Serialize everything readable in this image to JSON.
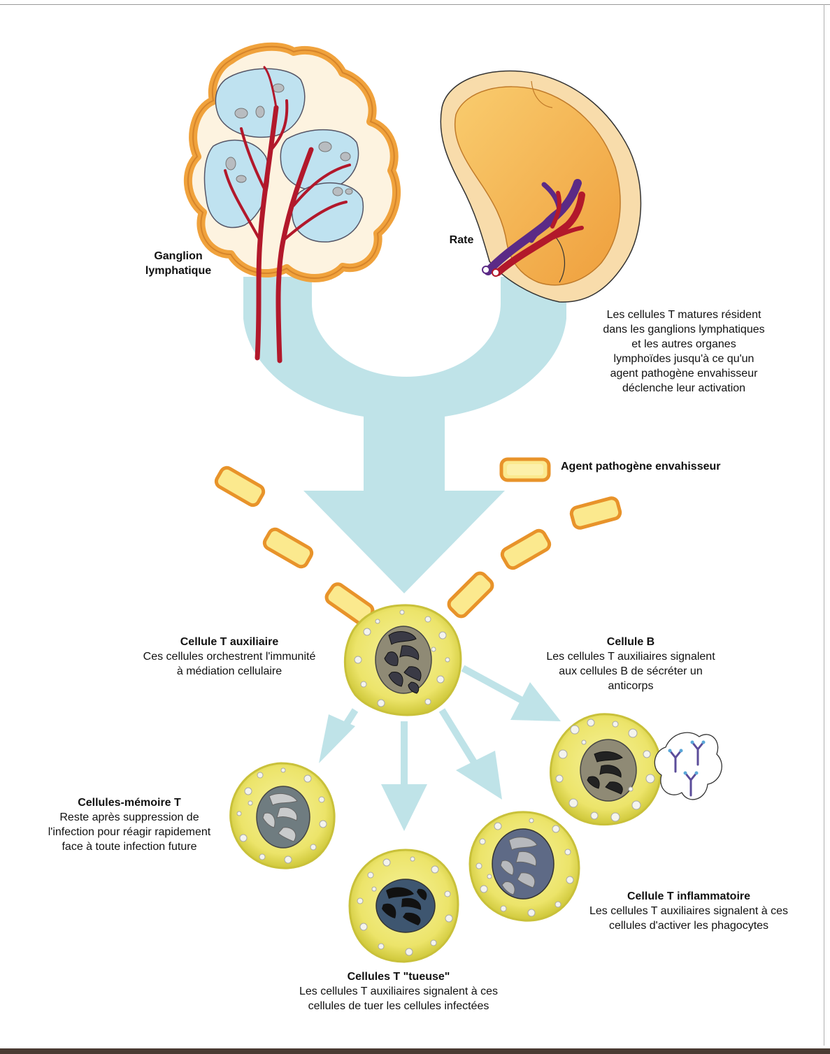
{
  "colors": {
    "flow": "#bfe3e8",
    "cell_fill": "#f3ec7a",
    "cell_rim": "#cfc83a",
    "node_capsule": "#bfe2f0",
    "node_border_orange": "#f0a23c",
    "spleen_outer": "#f7d9a6",
    "spleen_inner": "#f3b652",
    "vessel_red": "#b2182b",
    "vessel_purple": "#5b2a86",
    "pathogen_fill": "#fbe98e",
    "pathogen_border": "#e8932a"
  },
  "labels": {
    "lymph_node": {
      "title": "Ganglion\nlymphatique"
    },
    "spleen": {
      "title": "Rate"
    },
    "mature_cells": {
      "text": "Les cellules T matures résident\ndans les ganglions lymphatiques\net les autres organes\nlymphoïdes jusqu'à ce qu'un\nagent pathogène envahisseur\ndéclenche leur activation"
    },
    "pathogen": {
      "title": "Agent pathogène envahisseur"
    },
    "helper": {
      "title": "Cellule T auxiliaire",
      "text": "Ces cellules orchestrent l'immunité\nà médiation cellulaire"
    },
    "bcell": {
      "title": "Cellule B",
      "text": "Les cellules T auxiliaires signalent\naux cellules B de sécréter un\nanticorps"
    },
    "memory": {
      "title": "Cellules-mémoire T",
      "text": "Reste après suppression de\nl'infection pour réagir rapidement\nface à toute infection future"
    },
    "killer": {
      "title": "Cellules T \"tueuse\"",
      "text": "Les cellules T auxiliaires signalent à ces\ncellules de tuer les cellules infectées"
    },
    "inflammatory": {
      "title": "Cellule T inflammatoire",
      "text": "Les cellules T auxiliaires signalent à ces\ncellules d'activer les phagocytes"
    }
  }
}
